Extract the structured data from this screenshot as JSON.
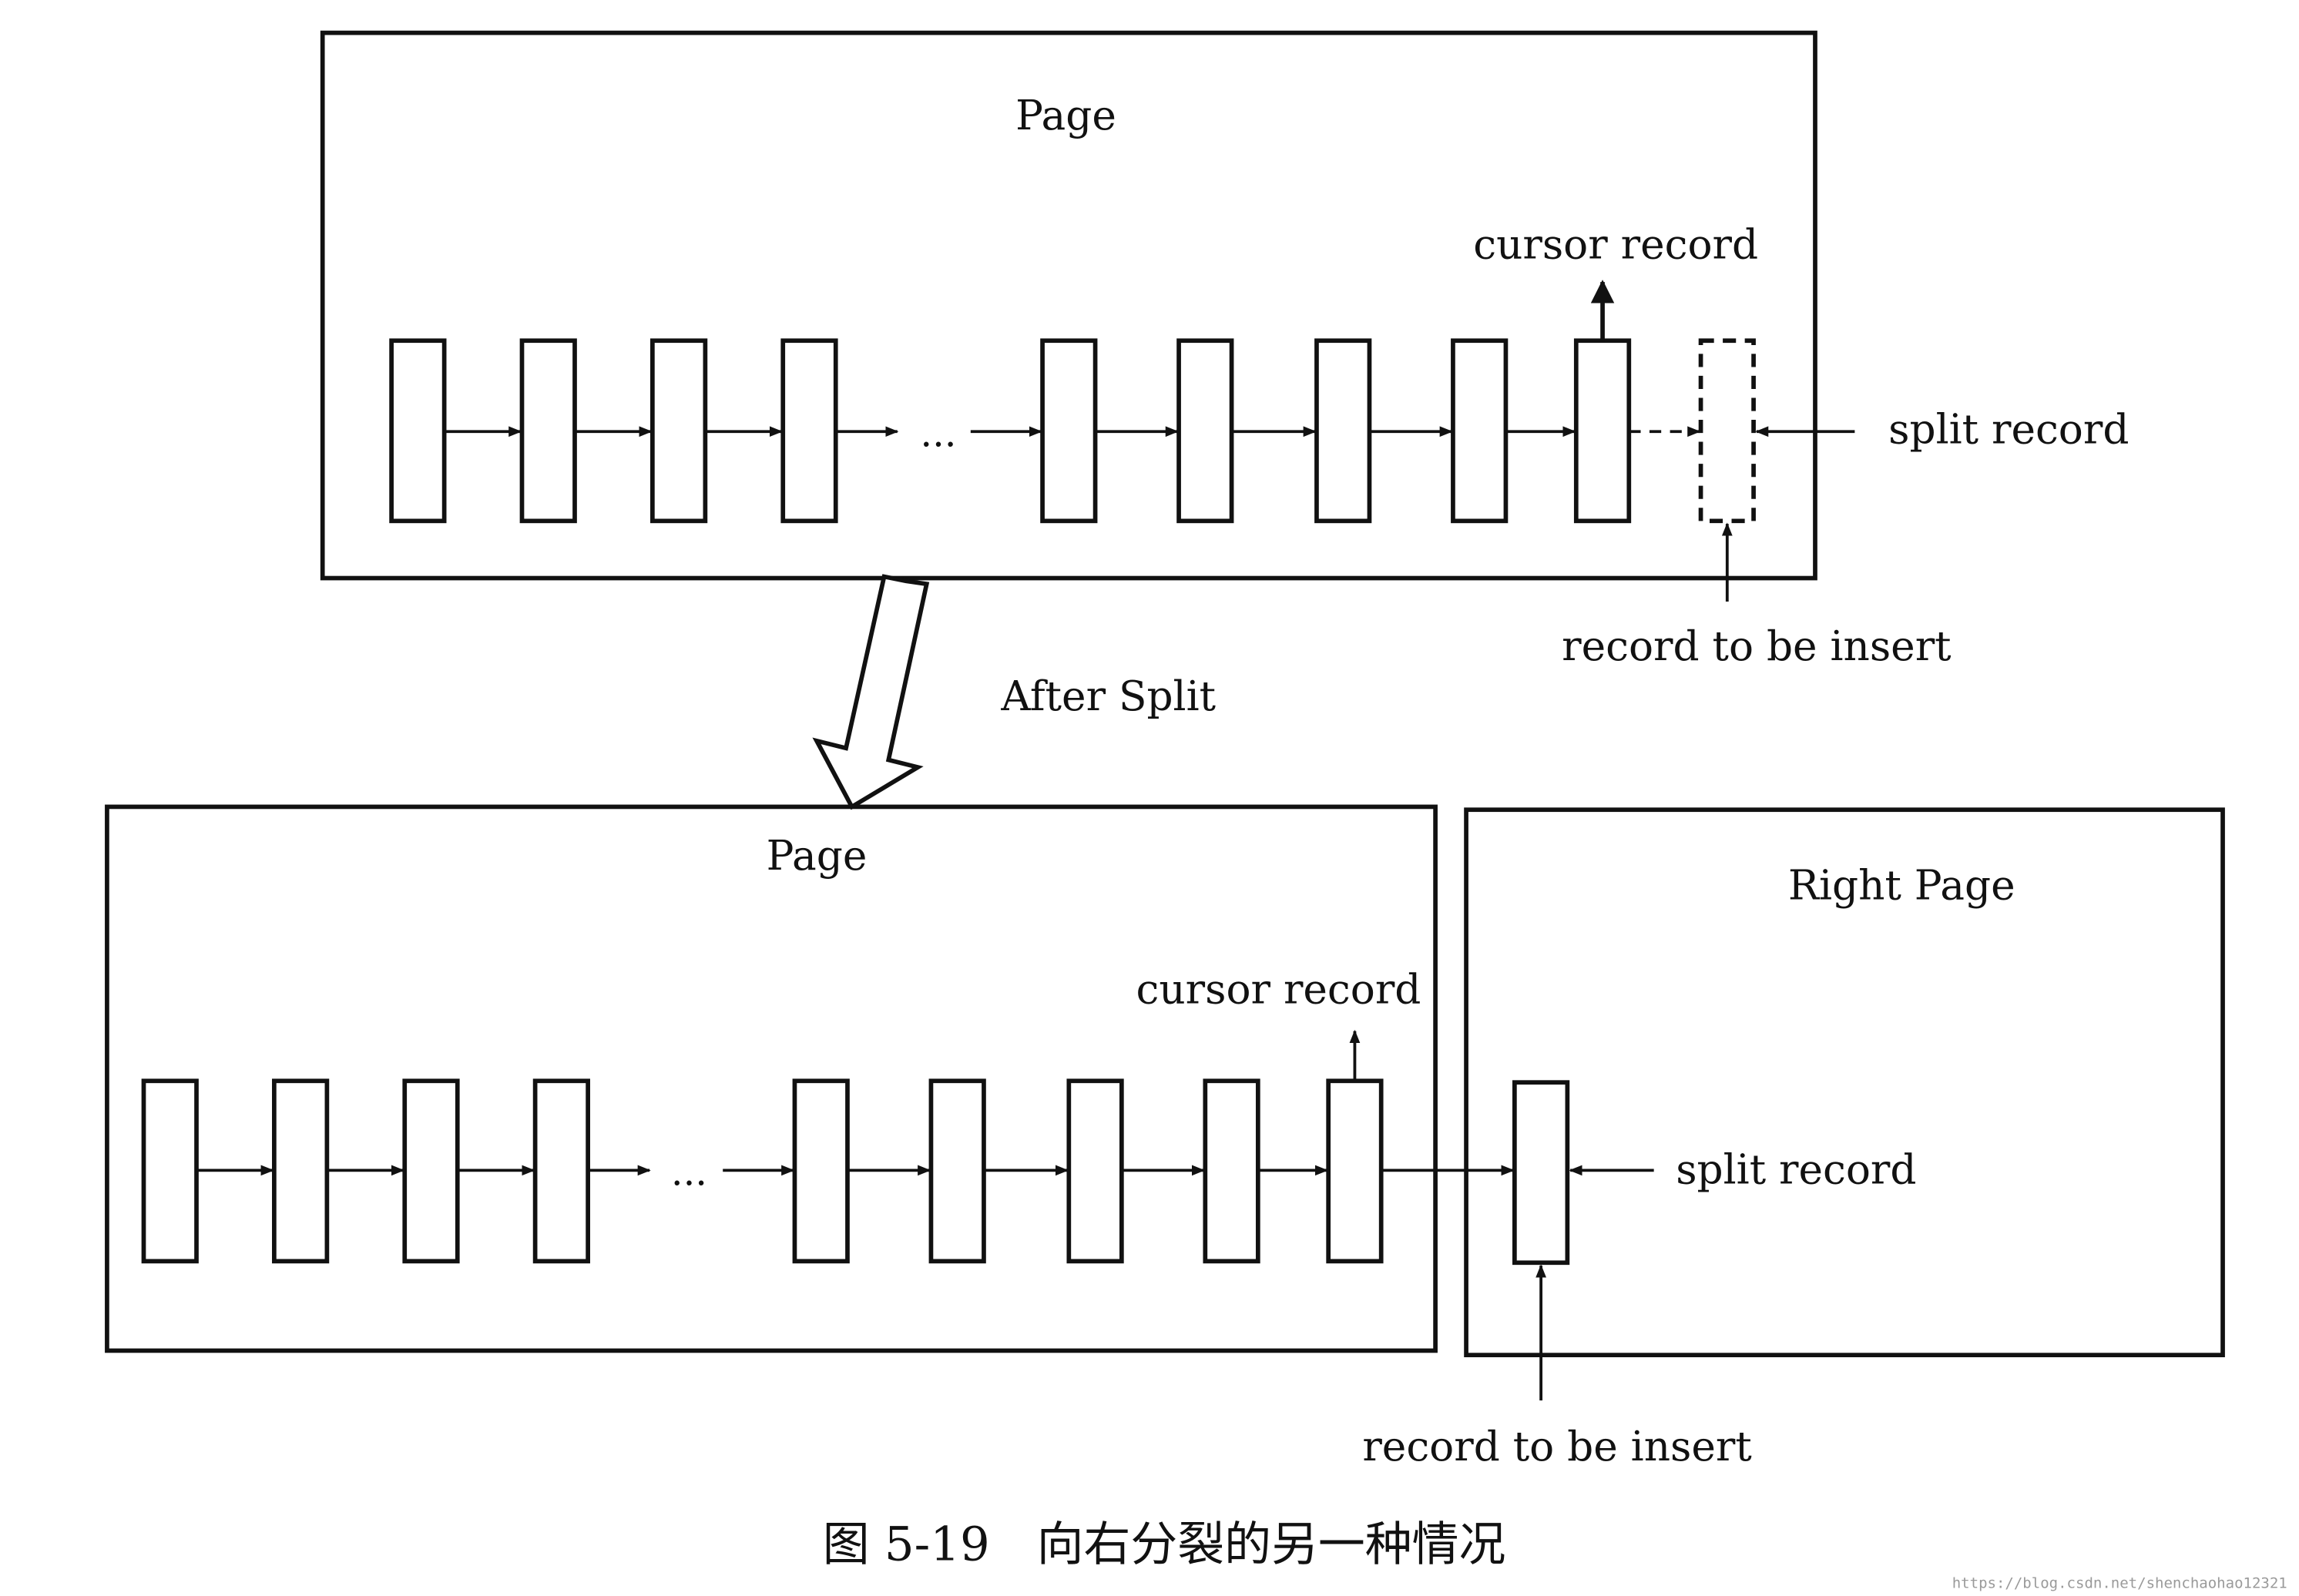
{
  "top": {
    "page_label": "Page",
    "cursor_label": "cursor record",
    "split_label": "split record",
    "insert_label": "record to be insert",
    "ellipsis": "..."
  },
  "transition_label": "After Split",
  "bottom": {
    "page_label": "Page",
    "cursor_label": "cursor record",
    "ellipsis": "...",
    "right_page_label": "Right Page",
    "split_label": "split record",
    "insert_label": "record to be insert"
  },
  "caption": "图 5-19　向右分裂的另一种情况",
  "watermark": "https://blog.csdn.net/shenchaohao12321"
}
